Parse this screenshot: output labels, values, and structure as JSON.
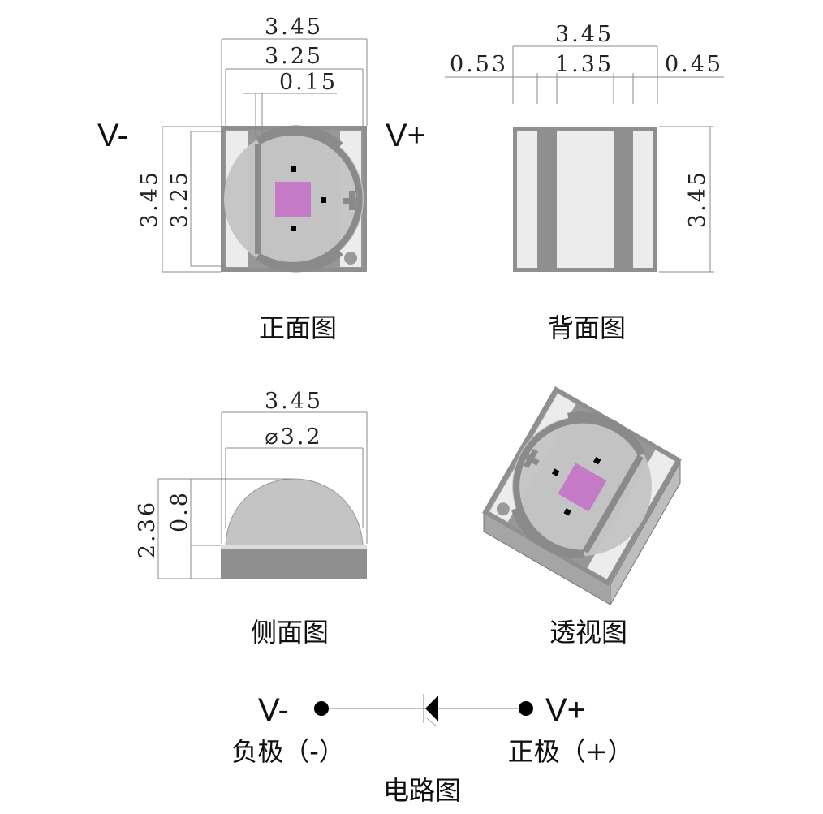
{
  "front_view": {
    "caption": "正面图",
    "dims": {
      "outer_width": "3.45",
      "inner_width": "3.25",
      "gap": "0.15",
      "outer_height": "3.45",
      "inner_height": "3.25"
    },
    "neg_label": "V-",
    "pos_label": "V+"
  },
  "back_view": {
    "caption": "背面图",
    "dims": {
      "width": "3.45",
      "left": "0.53",
      "middle": "1.35",
      "right": "0.45",
      "height": "3.45"
    }
  },
  "side_view": {
    "caption": "侧面图",
    "dims": {
      "width": "3.45",
      "dome_diameter": "⌀3.2",
      "total_height": "2.36",
      "base_height": "0.8"
    }
  },
  "perspective_view": {
    "caption": "透视图"
  },
  "circuit": {
    "caption": "电路图",
    "neg_label": "V-",
    "pos_label": "V+",
    "neg_desc": "负极（-）",
    "pos_desc": "正极（+）"
  },
  "colors": {
    "body": "#8f8f8f",
    "pad": "#ececec",
    "lens": "#c4c4c4",
    "chip": "#c57ac8"
  }
}
